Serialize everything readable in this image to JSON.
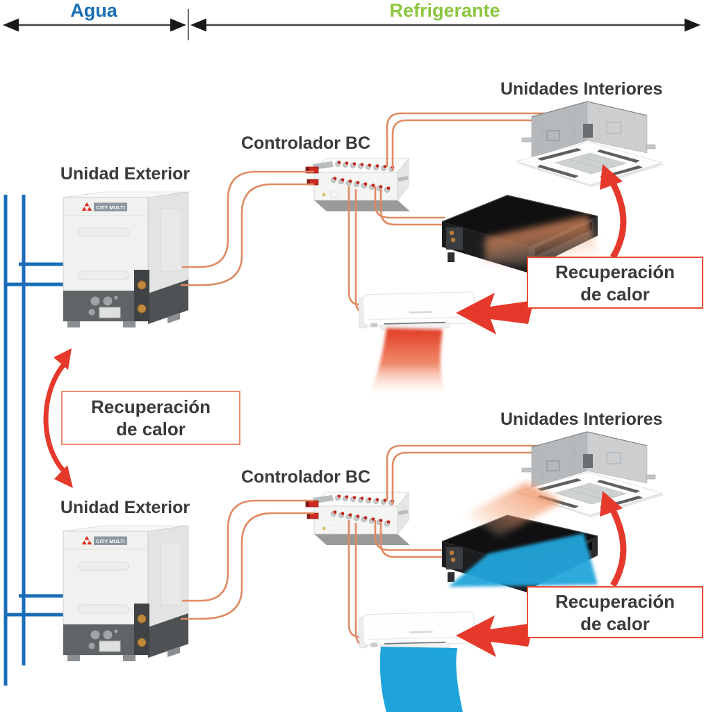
{
  "header": {
    "agua_label": "Agua",
    "refrigerante_label": "Refrigerante"
  },
  "labels": {
    "outdoor_unit": "Unidad Exterior",
    "bc_controller": "Controlador BC",
    "indoor_units": "Unidades Interiores",
    "brand_badge": "CITY MULTI",
    "heat_recovery_line1": "Recuperación",
    "heat_recovery_line2": "de calor"
  },
  "colors": {
    "water_pipe": "#1a6cb8",
    "refrigerant_pipe": "#e08a63",
    "heat_arrow_red": "#e5392c",
    "agua_text": "#1a6db6",
    "refrigerante_text": "#8cc63f",
    "warm_air": "#ef8a55",
    "cool_air": "#1ea4da",
    "dark_text": "#3a3a3b"
  }
}
